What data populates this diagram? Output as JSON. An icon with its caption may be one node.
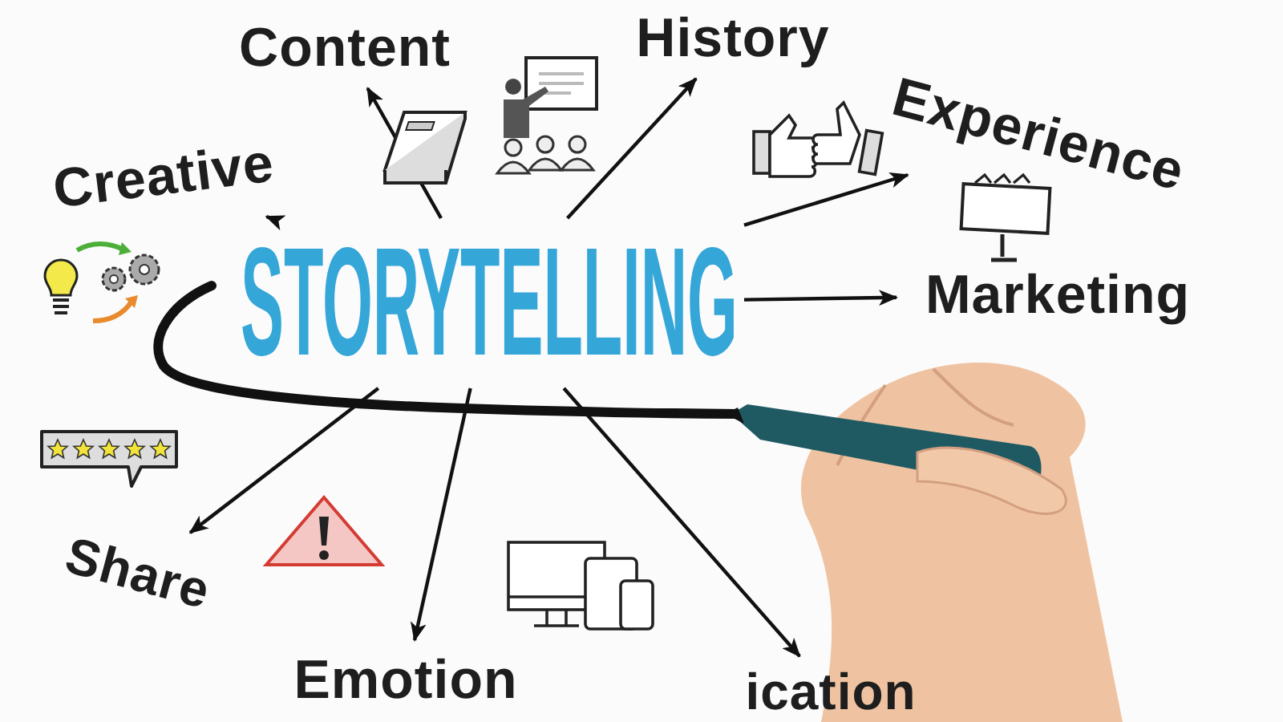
{
  "diagram": {
    "nodes": [
      {
        "text": [
          "STORYTELLING"
        ]
      },
      {
        "text": [
          "Creative"
        ]
      },
      {
        "text": [
          "Content"
        ]
      },
      {
        "text": [
          "History"
        ]
      },
      {
        "text": [
          "Experience"
        ]
      },
      {
        "text": [
          "Marketing"
        ]
      },
      {
        "text": [
          "Share"
        ]
      },
      {
        "text": [
          "Emotion"
        ]
      },
      {
        "text": [
          "ication"
        ]
      }
    ],
    "edges": [
      {
        "from": 0,
        "to": 1,
        "arrow": "to"
      },
      {
        "from": 0,
        "to": 2,
        "arrow": "to"
      },
      {
        "from": 0,
        "to": 3,
        "arrow": "to"
      },
      {
        "from": 0,
        "to": 4,
        "arrow": "to"
      },
      {
        "from": 0,
        "to": 5,
        "arrow": "to"
      },
      {
        "from": 0,
        "to": 6,
        "arrow": "to"
      },
      {
        "from": 0,
        "to": 7,
        "arrow": "to"
      },
      {
        "from": 0,
        "to": 8,
        "arrow": "to"
      }
    ]
  }
}
